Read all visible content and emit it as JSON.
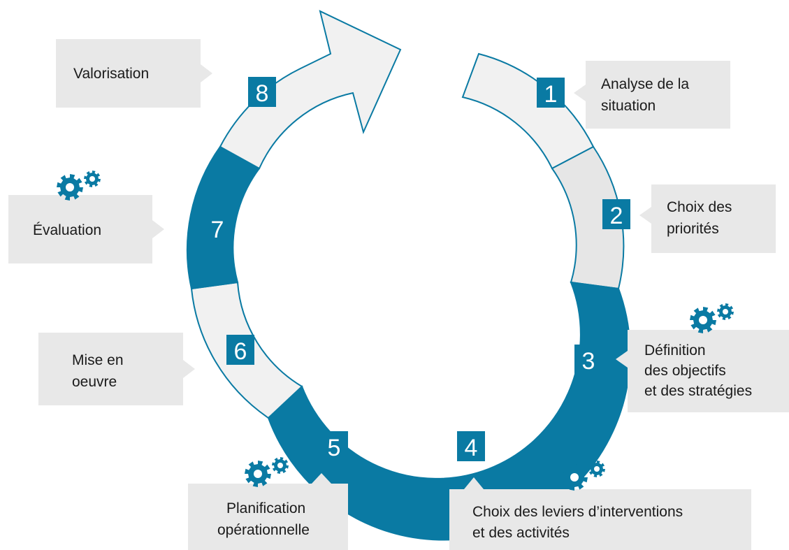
{
  "colors": {
    "accent": "#0a7aa3",
    "segment_light": "#f1f1f1",
    "segment_mid": "#e6e6e6",
    "callout_bg": "#e8e8e8",
    "outline": "#0a7aa3",
    "text": "#1a1a1a"
  },
  "steps": [
    {
      "number": "1",
      "label_lines": [
        "Analyse de la",
        "situation"
      ],
      "gears": false
    },
    {
      "number": "2",
      "label_lines": [
        "Choix des",
        "priorités"
      ],
      "gears": false
    },
    {
      "number": "3",
      "label_lines": [
        "Définition",
        "des objectifs",
        "et des stratégies"
      ],
      "gears": true
    },
    {
      "number": "4",
      "label_lines": [
        "Choix des leviers d’interventions",
        "et des activités"
      ],
      "gears": true
    },
    {
      "number": "5",
      "label_lines": [
        "Planification",
        "opérationnelle"
      ],
      "gears": true
    },
    {
      "number": "6",
      "label_lines": [
        "Mise en",
        "oeuvre"
      ],
      "gears": false
    },
    {
      "number": "7",
      "label_lines": [
        "Évaluation"
      ],
      "gears": true
    },
    {
      "number": "8",
      "label_lines": [
        "Valorisation"
      ],
      "gears": false
    }
  ],
  "icons": {
    "gear": "gear-icon"
  }
}
